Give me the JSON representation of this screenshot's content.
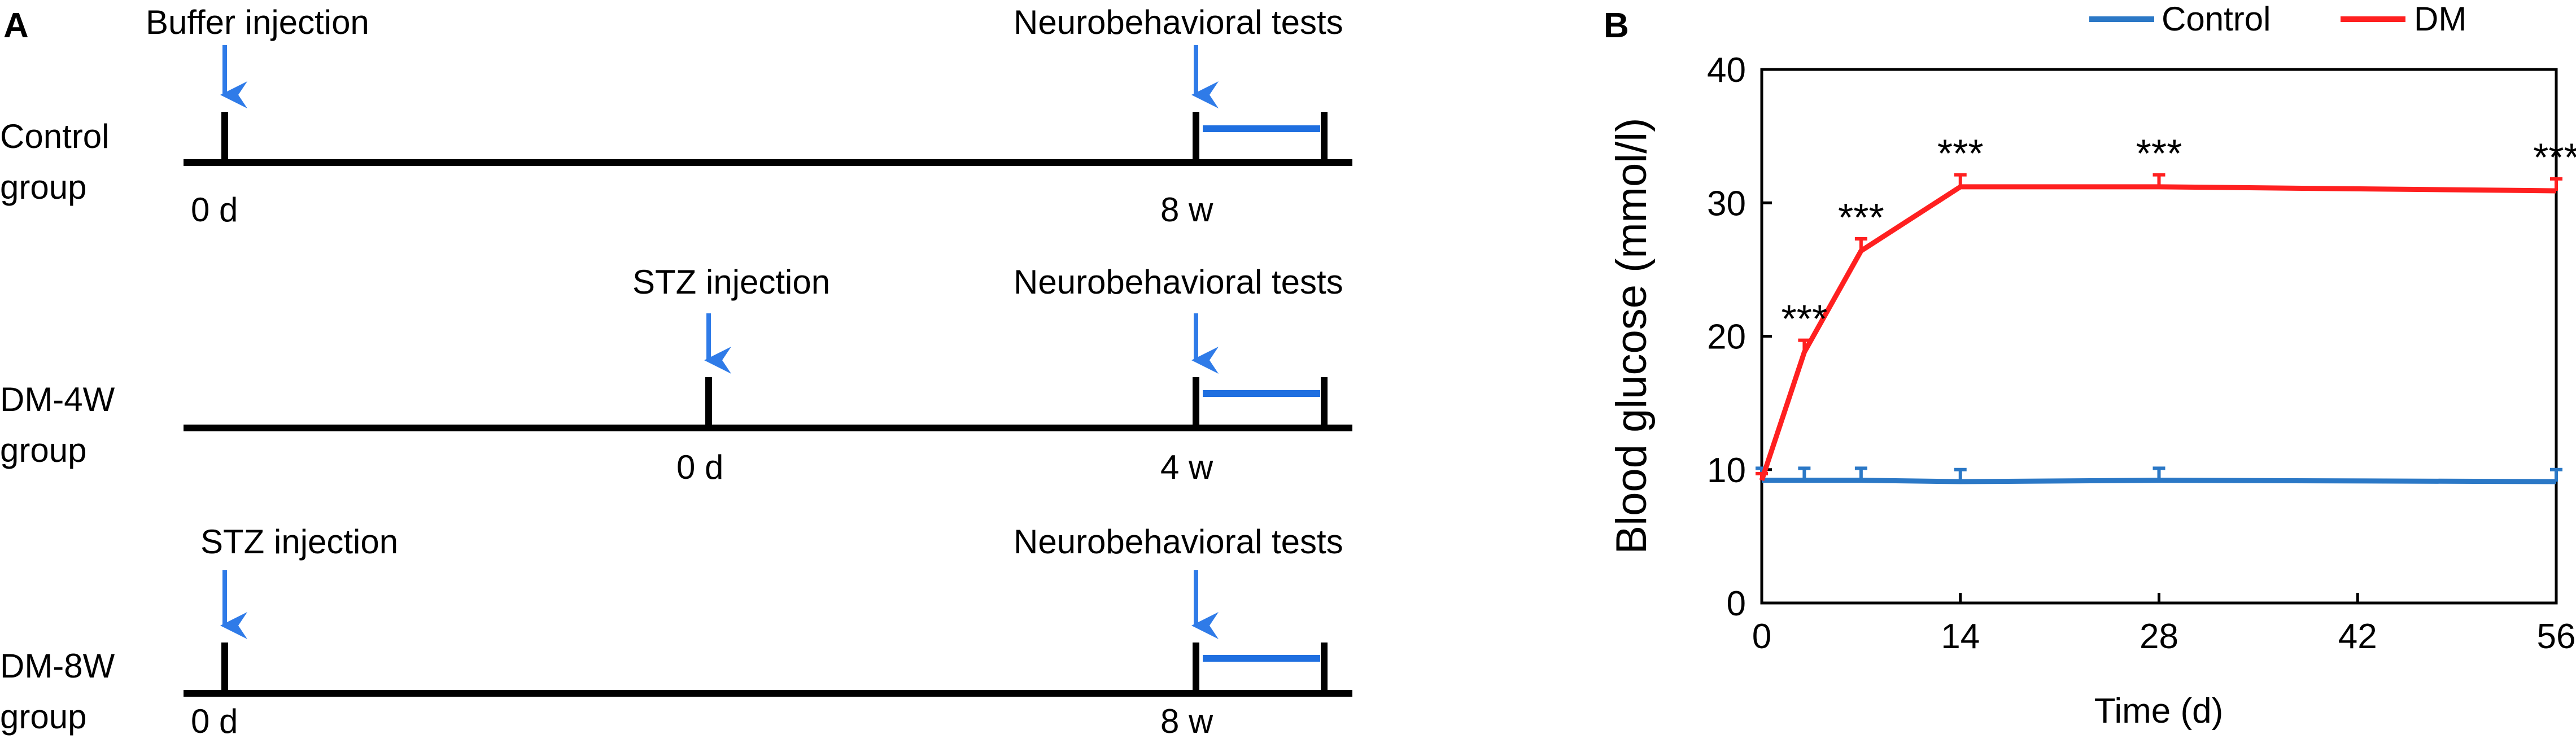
{
  "panels": {
    "a": {
      "letter": "A",
      "timelines": [
        {
          "group_line1": "Control",
          "group_line2": "group",
          "start_label": "Buffer injection",
          "start_tick": "0 d",
          "end_label": "Neurobehavioral tests",
          "end_tick": "8 w"
        },
        {
          "group_line1": "DM-4W",
          "group_line2": "group",
          "start_label": "STZ injection",
          "start_tick": "0 d",
          "end_label": "Neurobehavioral tests",
          "end_tick": "4 w"
        },
        {
          "group_line1": "DM-8W",
          "group_line2": "group",
          "start_label": "STZ injection",
          "start_tick": "0 d",
          "end_label": "Neurobehavioral tests",
          "end_tick": "8 w"
        }
      ]
    },
    "b": {
      "letter": "B"
    }
  },
  "colors": {
    "arrow": "#2f7be8",
    "test_bar": "#1f6fe0",
    "control": "#2b78c6",
    "dm": "#ff2020",
    "axis": "#000000"
  },
  "chart_data": {
    "type": "line",
    "xlabel": "Time (d)",
    "ylabel": "Blood glucose (mmol/l)",
    "xlim": [
      0,
      56
    ],
    "ylim": [
      0,
      40
    ],
    "xticks": [
      0,
      14,
      28,
      42,
      56
    ],
    "yticks": [
      0,
      10,
      20,
      30,
      40
    ],
    "legend_position": "top",
    "series": [
      {
        "name": "Control",
        "color": "#2b78c6",
        "x": [
          0,
          3,
          7,
          14,
          28,
          56
        ],
        "y": [
          9.2,
          9.2,
          9.2,
          9.1,
          9.2,
          9.1
        ],
        "err": [
          0.9,
          0.9,
          0.9,
          0.9,
          0.9,
          0.9
        ]
      },
      {
        "name": "DM",
        "color": "#ff2020",
        "x": [
          0,
          3,
          7,
          14,
          28,
          56
        ],
        "y": [
          9.2,
          18.8,
          26.4,
          31.2,
          31.2,
          30.9
        ],
        "err": [
          0.5,
          0.9,
          0.9,
          0.9,
          0.9,
          0.9
        ]
      }
    ],
    "annotations": [
      {
        "x": 3,
        "text": "***"
      },
      {
        "x": 7,
        "text": "***"
      },
      {
        "x": 14,
        "text": "***"
      },
      {
        "x": 28,
        "text": "***"
      },
      {
        "x": 56,
        "text": "***"
      }
    ]
  }
}
